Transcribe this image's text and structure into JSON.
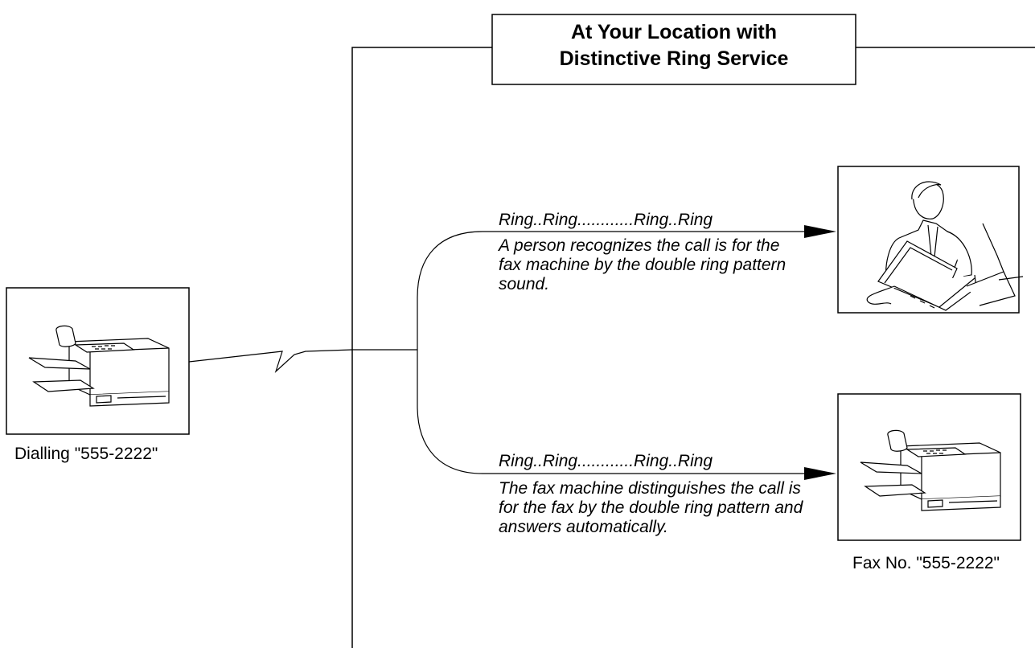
{
  "header": {
    "title_line1": "At Your Location with",
    "title_line2": "Distinctive Ring Service"
  },
  "caller": {
    "caption": "Dialling \"555-2222\"",
    "icon": "fax-machine-icon"
  },
  "person_branch": {
    "ring": "Ring..Ring............Ring..Ring",
    "description": "A person recognizes the call is for the fax machine by the double ring pattern sound.",
    "icon": "person-at-computer-icon"
  },
  "fax_branch": {
    "ring": "Ring..Ring............Ring..Ring",
    "description": "The fax machine distinguishes the call is for the fax by the double ring pattern and answers automatically.",
    "caption": "Fax No. \"555-2222\"",
    "icon": "fax-machine-icon"
  }
}
